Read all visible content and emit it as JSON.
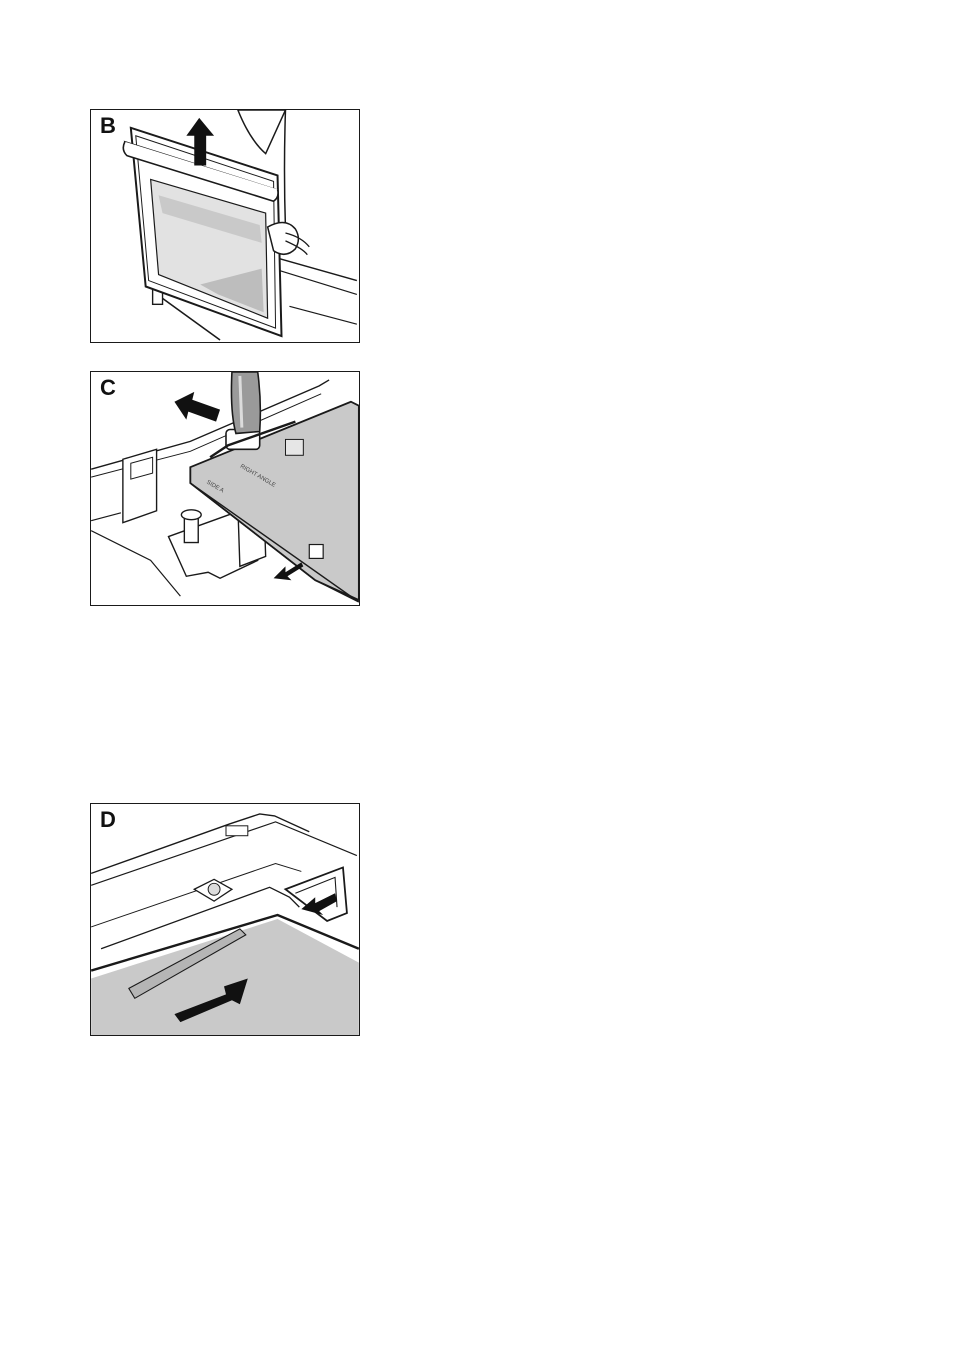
{
  "figures": [
    {
      "label": "B",
      "depicts": "door-lift-icon",
      "icons": [
        "up-arrow-icon",
        "hand-icon"
      ]
    },
    {
      "label": "C",
      "depicts": "glass-panel-removal-icon",
      "icons": [
        "left-arrow-icon",
        "down-left-arrow-icon"
      ],
      "panel_text": [
        "RIGHT ANGLE",
        "SIDE A"
      ]
    },
    {
      "label": "D",
      "depicts": "glass-panel-insert-icon",
      "icons": [
        "right-arrow-icon",
        "down-left-arrow-icon"
      ]
    }
  ],
  "colors": {
    "line": "#1a1a1a",
    "glass_fill": "#c9c9c9",
    "glass_fill_dark": "#b5b5b5",
    "paper": "#ffffff"
  }
}
